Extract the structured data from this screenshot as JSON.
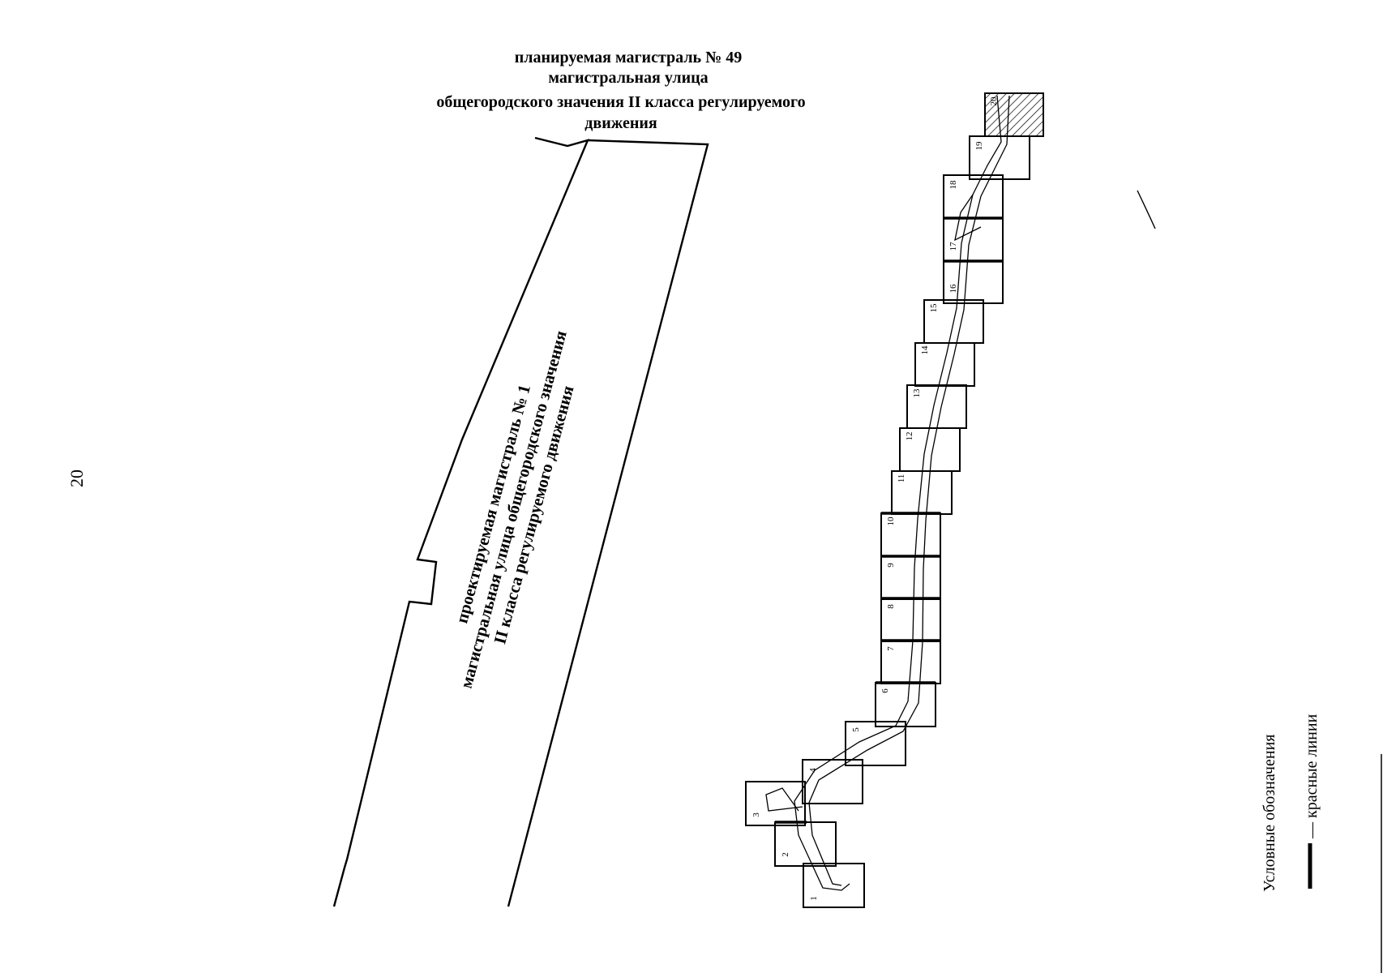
{
  "page_number": "20",
  "street_49": {
    "lines": [
      "планируемая магистраль № 49",
      "магистральная улица",
      "общегородского значения II класса регулируемого",
      "движения"
    ]
  },
  "street_1": {
    "lines": [
      "проектируемая магистраль № 1",
      "магистральная улица общегородского значения",
      "II класса регулируемого движения"
    ]
  },
  "sheets": [
    "1",
    "2",
    "3",
    "4",
    "5",
    "6",
    "7",
    "8",
    "9",
    "10",
    "11",
    "12",
    "13",
    "14",
    "15",
    "16",
    "17",
    "18",
    "19",
    "20"
  ],
  "legend": {
    "title": "Условные обозначения",
    "red_lines_label": "— красные линии",
    "red_lines_color": "#000000"
  }
}
